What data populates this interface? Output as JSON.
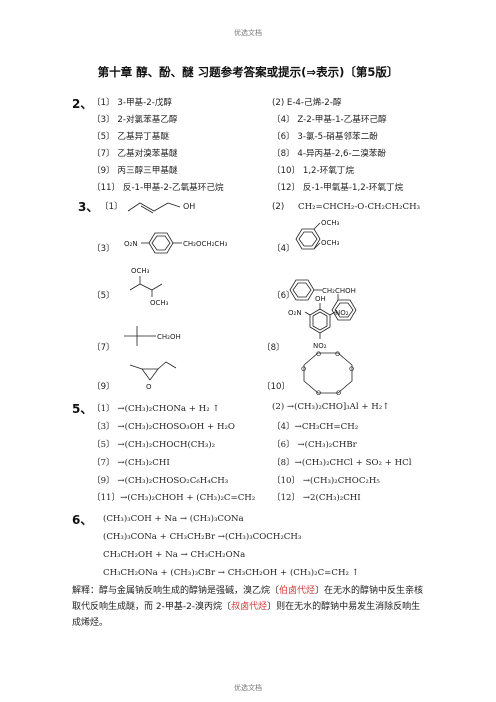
{
  "header": "优选文档",
  "footer": "优选文档",
  "title": "第十章 醇、酚、醚 习题参考答案或提示(⇒表示)〔第5版〕",
  "q2": {
    "num": "2、",
    "items": [
      "〔1〕 3-甲基-2-戊醇",
      "(2) E-4-己烯-2-醇",
      "〔3〕 2-对氯苯基乙醇",
      "〔4〕 Z-2-甲基-1-乙基环己醇",
      "〔5〕 乙基异丁基醚",
      "〔6〕 3-氯-5-硝基邻苯二酚",
      "〔7〕 乙基对溴苯基醚",
      "〔8〕 4-异丙基-2,6-二溴苯酚",
      "〔9〕 丙三醇三甲基醚",
      "〔10〕 1,2-环氧丁烷",
      "〔11〕 反-1-甲基-2-乙氧基环己烷",
      "〔12〕 反-1-甲氧基-1,2-环氧丁烷"
    ]
  },
  "q3": {
    "num": "3、",
    "labels": [
      "〔1〕",
      "(2)",
      "〔3〕",
      "〔4〕",
      "〔5〕",
      "〔6〕",
      "〔7〕",
      "〔8〕",
      "〔9〕",
      "〔10〕"
    ],
    "formula2": "CH₂=CHCH₂-O-CH₂CH₂CH₃",
    "s1_oh": "OH",
    "s3_no2": "O₂N",
    "s3_chain": "CH₂OCH₂CH₃",
    "s4_och3a": "OCH₃",
    "s4_och3b": "OCH₃",
    "s5_och3a": "OCH₃",
    "s5_och3b": "OCH₃",
    "s6_chain": "CH₂CHOH",
    "s7_chain": "CH₂OH",
    "s8_oh": "OH",
    "s8_no2l": "O₂N",
    "s8_no2r": "NO₂",
    "s8_no2b": "NO₂",
    "s9_o": "O",
    "s10_o": "O"
  },
  "q5": {
    "num": "5、",
    "items": [
      "〔1〕 →(CH₃)₂CHONa  +  H₂ ↑",
      "(2) →(CH₃)₂CHO]₃Al  +  H₂↑",
      "〔3〕 →(CH₃)₂CHOSO₃OH + H₂O",
      "〔4〕→CH₃CH=CH₂",
      "〔5〕 →(CH₃)₂CHOCH(CH₃)₂",
      "〔6〕 →(CH₃)₂CHBr",
      "〔7〕 →(CH₃)₂CHI",
      "〔8〕→(CH₃)₂CHCl + SO₂ + HCl",
      "〔9〕 →(CH₃)₂CHOSO₂C₆H₄CH₃",
      "〔10〕 →(CH₃)₂CHOC₂H₅",
      "〔11〕→(CH₃)₂CHOH + (CH₃)₂C=CH₂",
      "〔12〕 →2(CH₃)₂CHI"
    ]
  },
  "q6": {
    "num": "6、",
    "lines": [
      "(CH₃)₃COH + Na → (CH₃)₃CONa",
      "(CH₃)₃CONa  +  CH₃CH₂Br  →(CH₃)₃COCH₂CH₃",
      "CH₃CH₂OH + Na → CH₃CH₂ONa",
      "CH₃CH₂ONa +  (CH₃)₃CBr  → CH₃CH₂OH + (CH₃)₂C=CH₂ ↑"
    ],
    "note": {
      "p1": "解释：醇与金属钠反响生成的醇钠是强碱，溴乙烷〔",
      "r1": "伯卤代烃",
      "p2": "〕在无水的醇钠中反生亲核取代反响生成醚，而 2-甲基-2-溴丙烷〔",
      "r2": "叔卤代烃",
      "p3": "〕则在无水的醇钠中易发生消除反响生成烯烃。"
    }
  }
}
